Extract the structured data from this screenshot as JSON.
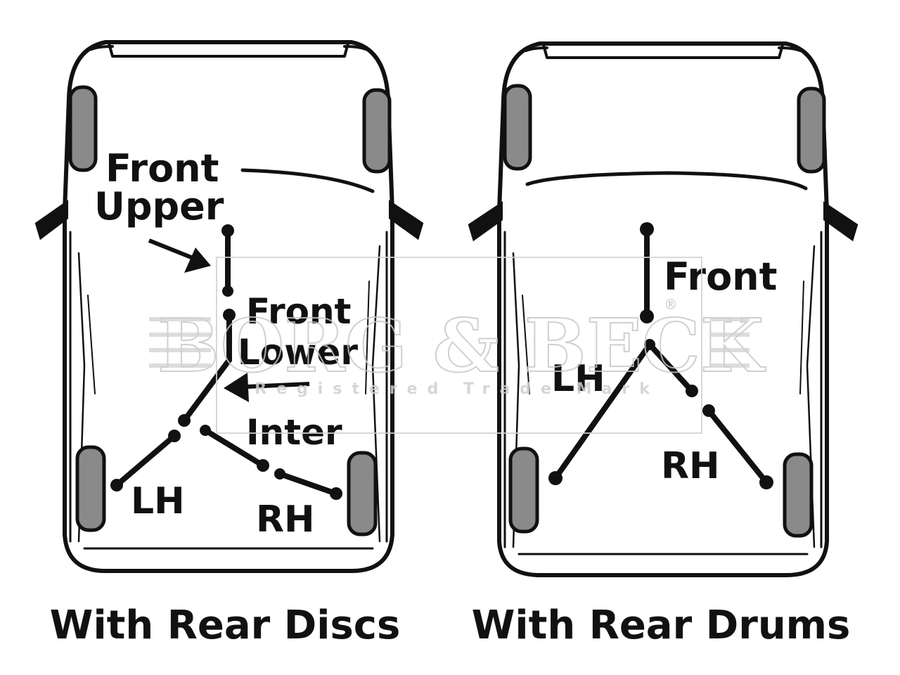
{
  "left_diagram": {
    "caption": "With Rear Discs",
    "labels": {
      "front_upper_line1": "Front",
      "front_upper_line2": "Upper",
      "front_lower_line1": "Front",
      "front_lower_line2": "Lower",
      "inter": "Inter",
      "lh": "LH",
      "rh": "RH"
    }
  },
  "right_diagram": {
    "caption": "With Rear Drums",
    "labels": {
      "front": "Front",
      "lh": "LH",
      "rh": "RH"
    }
  },
  "watermark": {
    "brand": "BORG & BECK",
    "registered": "Registered Trade Mark",
    "reg_symbol": "®"
  },
  "colors": {
    "ink": "#111111",
    "wheel_fill": "#8a8a8a",
    "watermark": "#c8c8c8"
  }
}
